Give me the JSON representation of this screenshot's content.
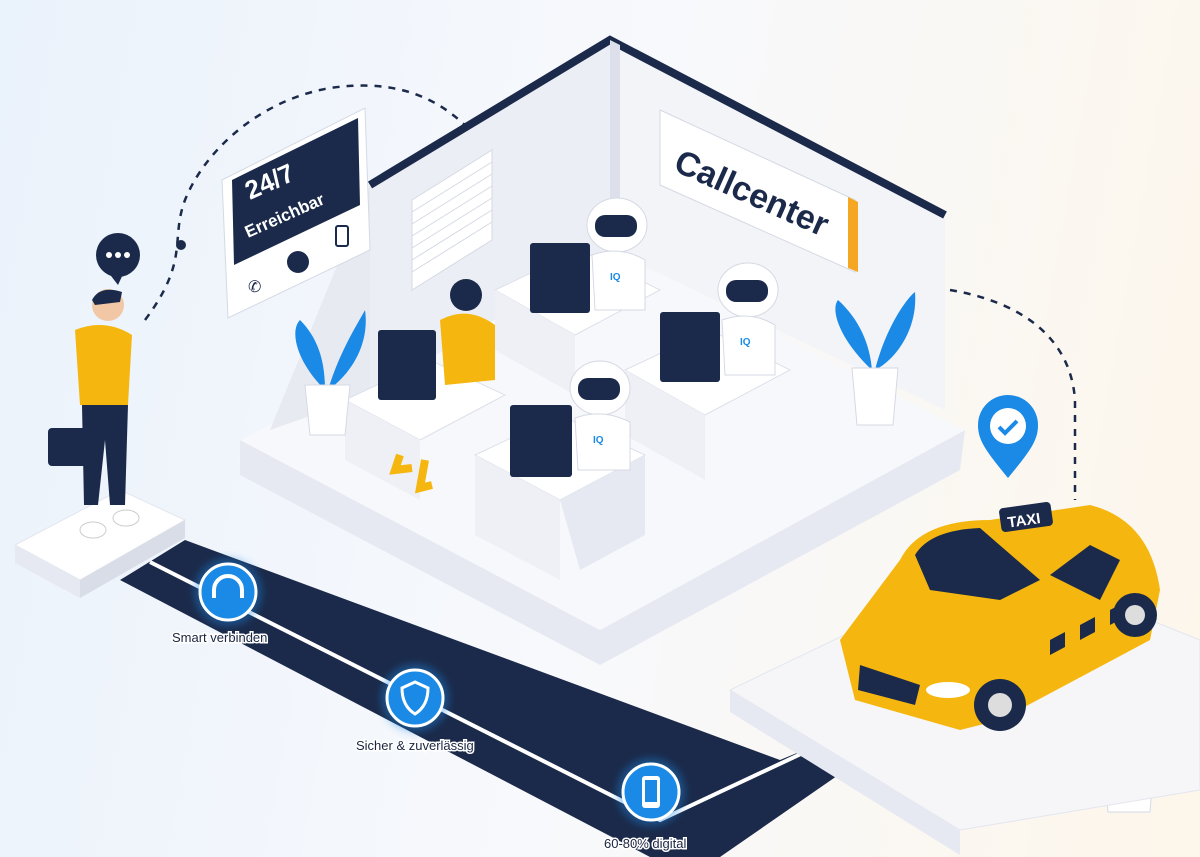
{
  "sign_availability": {
    "line1": "24/7",
    "line2": "Erreichbar",
    "icons": [
      "phone-icon",
      "chat-icon",
      "mobile-icon"
    ]
  },
  "sign_callcenter": {
    "text": "Callcenter"
  },
  "taxi": {
    "roof_sign": "TAXI"
  },
  "robots": {
    "badge": "IQ"
  },
  "path_steps": [
    {
      "label": "Smart verbinden",
      "icon": "headset-icon"
    },
    {
      "label": "Sicher & zuverlässig",
      "icon": "shield-icon"
    },
    {
      "label": "60-80% digital",
      "icon": "smartphone-icon"
    }
  ],
  "colors": {
    "navy": "#1b2a4a",
    "accent_blue": "#1a8ae6",
    "yellow": "#f5b70f",
    "orange_accent": "#f5a623"
  }
}
